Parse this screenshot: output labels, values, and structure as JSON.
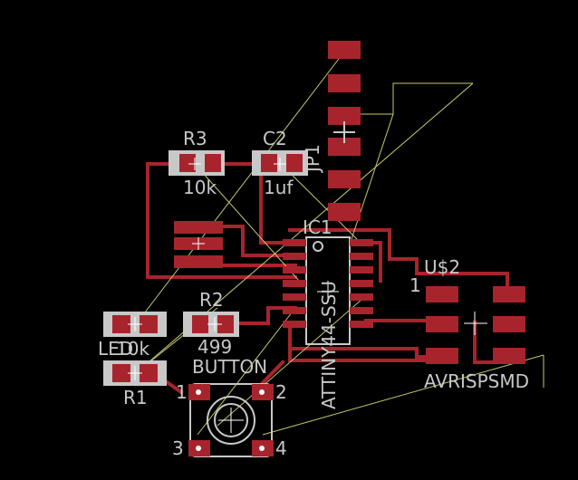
{
  "labels": {
    "r3_name": "R3",
    "r3_value": "10k",
    "c2_name": "C2",
    "c2_value": "1uf",
    "jp1_name": "JP1",
    "ic1_name": "IC1",
    "ic1_value": "ATTINY44-SSU",
    "u2_name": "U$2",
    "u2_pin1": "1",
    "u2_value": "AVRISPSMD",
    "r2_name": "R2",
    "r2_value": "499",
    "led_name": "LED",
    "led_value_overlap": "10k",
    "r1_name": "R1",
    "button_name": "BUTTON",
    "btn_pin1": "1",
    "btn_pin2": "2",
    "btn_pin3": "3",
    "btn_pin4": "4"
  },
  "colors": {
    "background": "#000000",
    "copper": "#a8242c",
    "silkscreen": "#c8c8c8",
    "airwire": "#c8c86a"
  }
}
